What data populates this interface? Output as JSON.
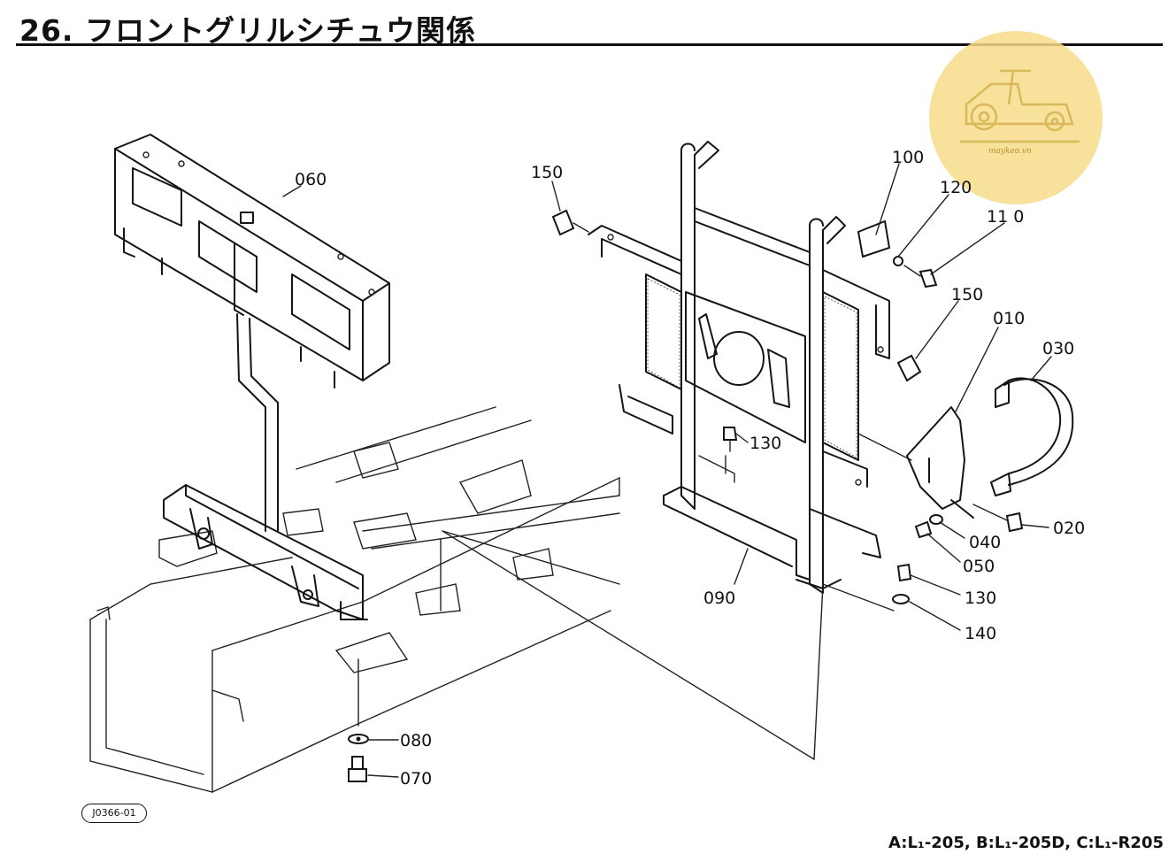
{
  "page": {
    "title": "26. フロントグリルシチュウ関係",
    "figure_code": "J0366-01",
    "footnote": "A:L₁-205, B:L₁-205D, C:L₁-R205",
    "watermark": {
      "text": "maykeo.vn",
      "color": "#f6dc8a"
    }
  },
  "parts": [
    {
      "id": "060",
      "label": "060"
    },
    {
      "id": "150a",
      "label": "150"
    },
    {
      "id": "100",
      "label": "100"
    },
    {
      "id": "120",
      "label": "120"
    },
    {
      "id": "110",
      "label": "11 0"
    },
    {
      "id": "150b",
      "label": "150"
    },
    {
      "id": "010",
      "label": "010"
    },
    {
      "id": "030",
      "label": "030"
    },
    {
      "id": "130a",
      "label": "130"
    },
    {
      "id": "020",
      "label": "020"
    },
    {
      "id": "040",
      "label": "040"
    },
    {
      "id": "050",
      "label": "050"
    },
    {
      "id": "090",
      "label": "090"
    },
    {
      "id": "130b",
      "label": "130"
    },
    {
      "id": "140",
      "label": "140"
    },
    {
      "id": "080",
      "label": "080"
    },
    {
      "id": "070",
      "label": "070"
    }
  ]
}
